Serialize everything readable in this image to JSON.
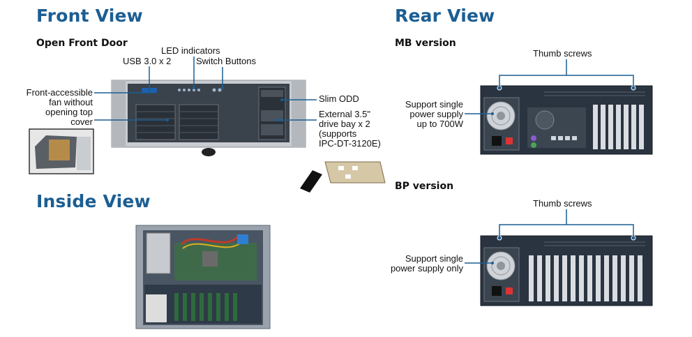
{
  "front": {
    "title": "Front View",
    "subtitle": "Open Front Door",
    "labels": {
      "usb": "USB 3.0 x 2",
      "led": "LED indicators",
      "switch": "Switch Buttons",
      "fan_l1": "Front-accessible",
      "fan_l2": "fan without",
      "fan_l3": "opening top",
      "fan_l4": "cover",
      "odd": "Slim ODD",
      "bay_l1": "External 3.5\"",
      "bay_l2": "drive bay x 2",
      "bay_l3": "(supports",
      "bay_l4": "IPC-DT-3120E)"
    }
  },
  "inside": {
    "title": "Inside View"
  },
  "rear": {
    "title": "Rear View",
    "mb": {
      "subtitle": "MB version",
      "thumb": "Thumb screws",
      "psu_l1": "Support single",
      "psu_l2": "power supply",
      "psu_l3": "up to 700W"
    },
    "bp": {
      "subtitle": "BP version",
      "thumb": "Thumb screws",
      "psu_l1": "Support single",
      "psu_l2": "power supply only"
    }
  },
  "colors": {
    "heading": "#1b5e93",
    "chassis_front": "#c9ccd0",
    "chassis_rear": "#2a3440"
  }
}
